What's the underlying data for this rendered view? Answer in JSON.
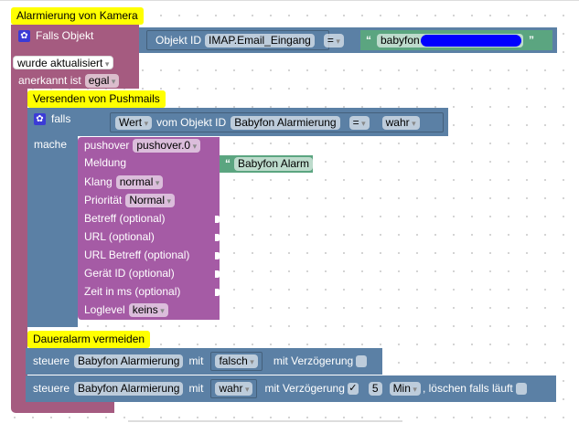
{
  "trigger": {
    "comment": "Alarmierung von Kamera",
    "label": "Falls Objekt",
    "object_label": "Objekt ID",
    "object_id": "IMAP.Email_Eingang",
    "operator": "=",
    "text_value": "babyfon",
    "event": "wurde aktualisiert",
    "ack_label": "anerkannt ist",
    "ack_value": "egal"
  },
  "if_block": {
    "comment": "Versenden von Pushmails",
    "if_label": "falls",
    "do_label": "mache",
    "value_select": "Wert",
    "from_label": "vom Objekt ID",
    "object_id": "Babyfon Alarmierung",
    "operator": "=",
    "compare_value": "wahr"
  },
  "pushover": {
    "label": "pushover",
    "instance": "pushover.0",
    "message_label": "Meldung",
    "message_value": "Babyfon Alarm",
    "sound_label": "Klang",
    "sound_value": "normal",
    "priority_label": "Priorität",
    "priority_value": "Normal",
    "subject": "Betreff (optional)",
    "url": "URL (optional)",
    "url_title": "URL Betreff (optional)",
    "device": "Gerät ID (optional)",
    "time": "Zeit in ms (optional)",
    "loglevel_label": "Loglevel",
    "loglevel_value": "keins"
  },
  "control": {
    "comment": "Daueralarm vermeiden",
    "rows": [
      {
        "label": "steuere",
        "object": "Babyfon Alarmierung",
        "with": "mit",
        "value": "falsch",
        "delay_label": "mit Verzögerung",
        "delay_checked": false
      },
      {
        "label": "steuere",
        "object": "Babyfon Alarmierung",
        "with": "mit",
        "value": "wahr",
        "delay_label": "mit Verzögerung",
        "delay_checked": true,
        "delay": "5",
        "unit": "Min",
        "clear_label": ", löschen falls läuft",
        "clear_checked": false
      }
    ]
  },
  "icons": {
    "gear": "gear-icon",
    "check": "checkmark-icon"
  },
  "colors": {
    "trigger": "#a55b80",
    "logic": "#5b80a5",
    "pushover": "#a55ba5",
    "text": "#5ba580",
    "comment": "#ffff00",
    "redaction": "#0000ff"
  }
}
